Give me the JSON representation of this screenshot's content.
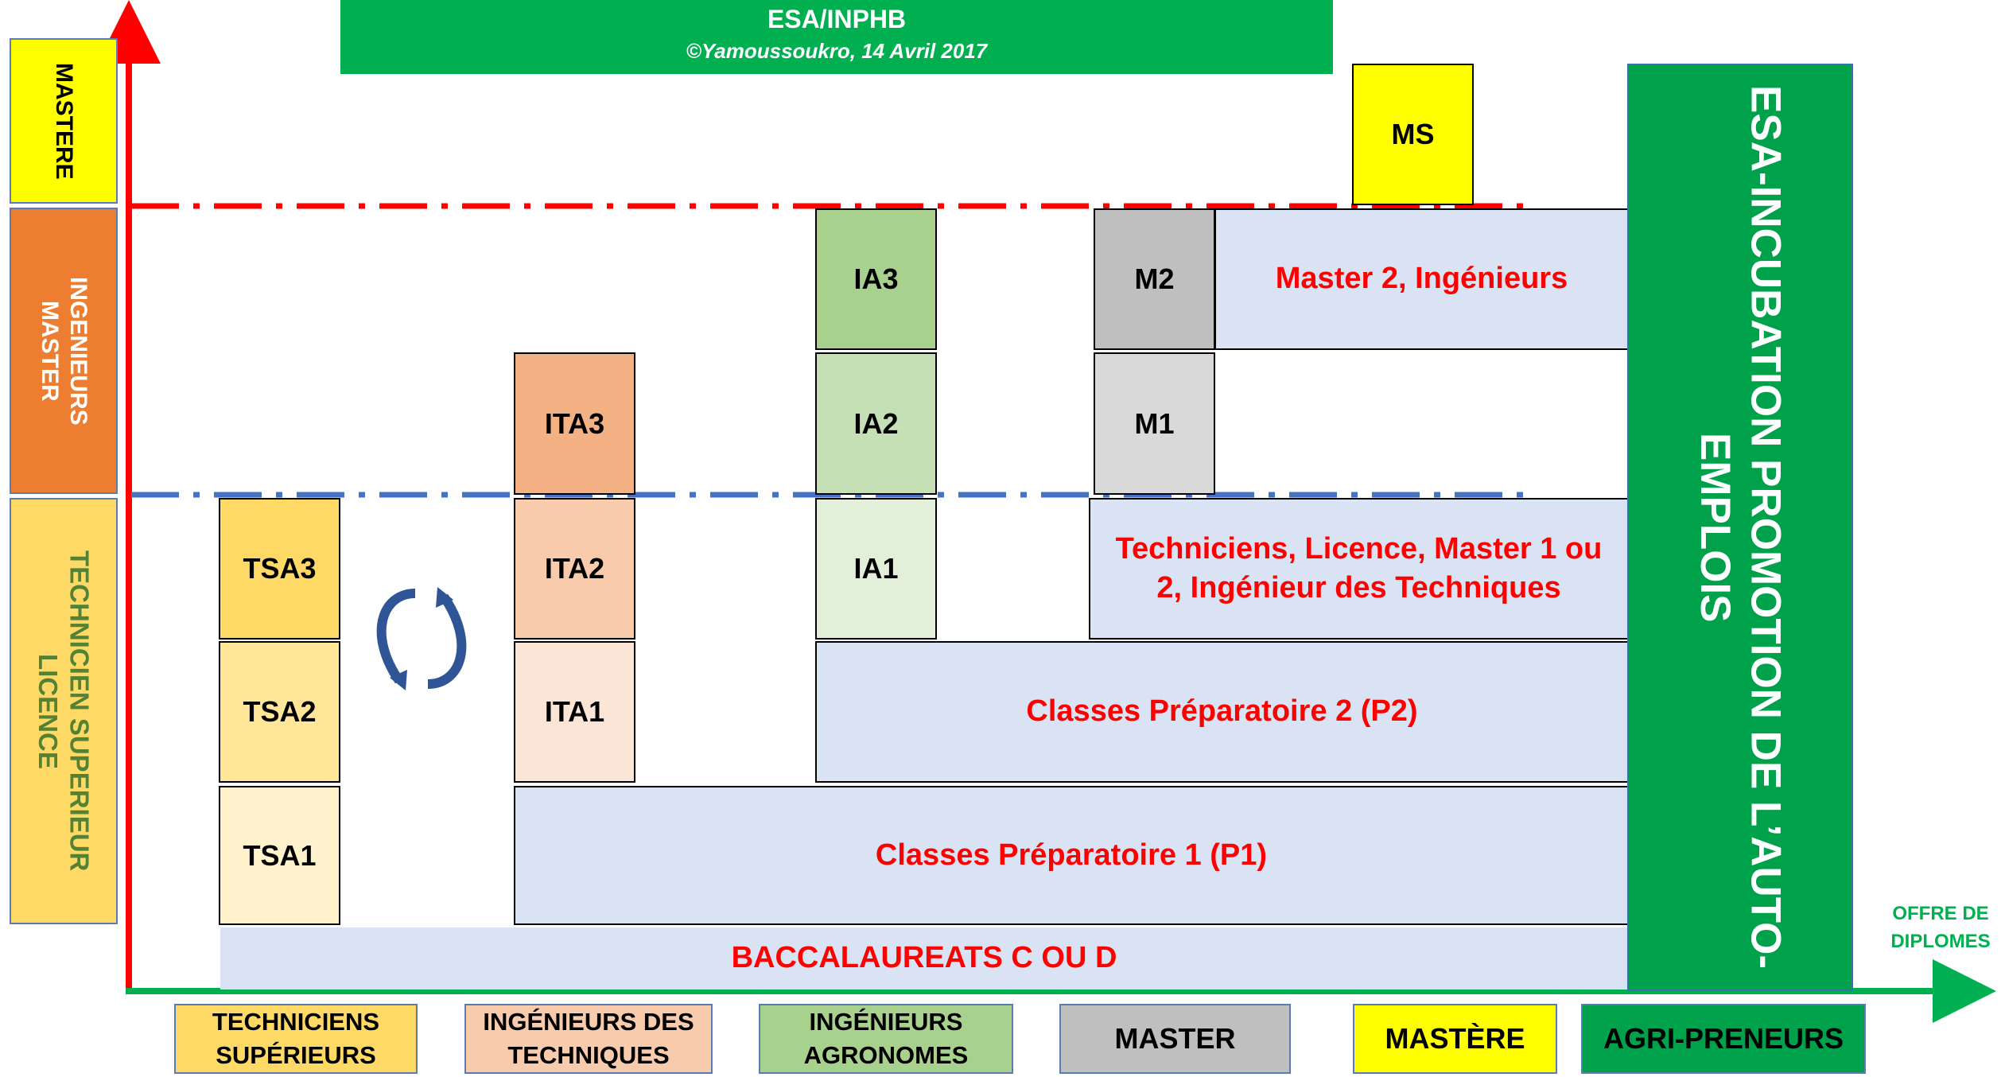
{
  "header": {
    "title": "ESA/INPHB",
    "subtitle": "©Yamoussoukro, 14 Avril 2017"
  },
  "left_levels": {
    "mastere": "MASTERE",
    "ingenieurs": "INGENIEURS\nMASTER",
    "technicien": "TECHNICIEN SUPERIEUR\nLICENCE"
  },
  "cells": {
    "tsa3": "TSA3",
    "tsa2": "TSA2",
    "tsa1": "TSA1",
    "ita3": "ITA3",
    "ita2": "ITA2",
    "ita1": "ITA1",
    "ia3": "IA3",
    "ia2": "IA2",
    "ia1": "IA1",
    "m2": "M2",
    "m1": "M1",
    "ms": "MS"
  },
  "bars": {
    "master2": "Master 2, Ingénieurs",
    "techniciens": "Techniciens, Licence, Master 1 ou 2, Ingénieur des Techniques",
    "p2": "Classes Préparatoire 2 (P2)",
    "p1": "Classes Préparatoire 1 (P1)",
    "bac": "BACCALAUREATS C OU D"
  },
  "incubation": "ESA-INCUBATION PROMOTION DE L’AUTO-EMPLOIS",
  "axis_label": "OFFRE DE\nDIPLOMES",
  "bottom_labels": {
    "techniciens": "TECHNICIENS\nSUPÉRIEURS",
    "ingenieurs_tech": "INGÉNIEURS DES\nTECHNIQUES",
    "agronomes": "INGÉNIEURS\nAGRONOMES",
    "master": "MASTER",
    "mastere": "MASTÈRE",
    "agripreneurs": "AGRI-PRENEURS"
  },
  "colors": {
    "green": "#00b050",
    "yellow": "#ffff00",
    "orange": "#ed7d31",
    "gold": "#ffd966",
    "peach": "#f4b183",
    "light_green": "#a9d18e",
    "grey": "#bfbfbf",
    "light_blue": "#dae3f3",
    "red": "#ff0000",
    "blue": "#4472c4"
  }
}
